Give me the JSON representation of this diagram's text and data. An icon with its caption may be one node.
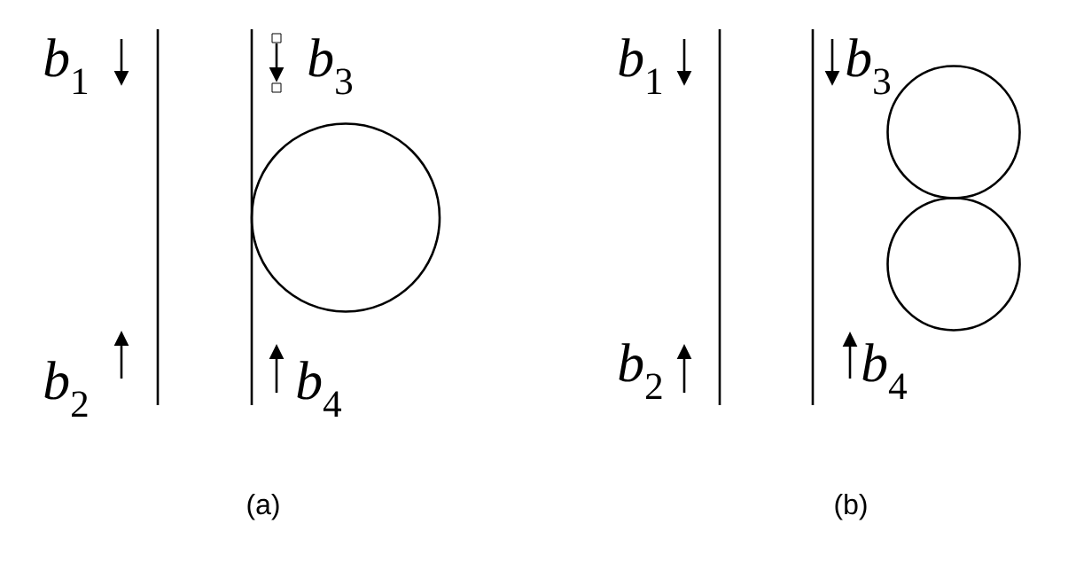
{
  "diagram": {
    "nodes": [
      {
        "text": [],
        "shape": "circle"
      },
      {
        "text": [],
        "shape": "circle"
      },
      {
        "text": [],
        "shape": "circle"
      }
    ],
    "labels": [
      "*b*$_{1}$",
      "*b*$_{3}$",
      "*b*$_{2}$",
      "*b*$_{4}$",
      "(a)",
      "*b*$_{1}$",
      "*b*$_{3}$",
      "*b*$_{2}$",
      "*b*$_{4}$",
      "(b)"
    ]
  }
}
